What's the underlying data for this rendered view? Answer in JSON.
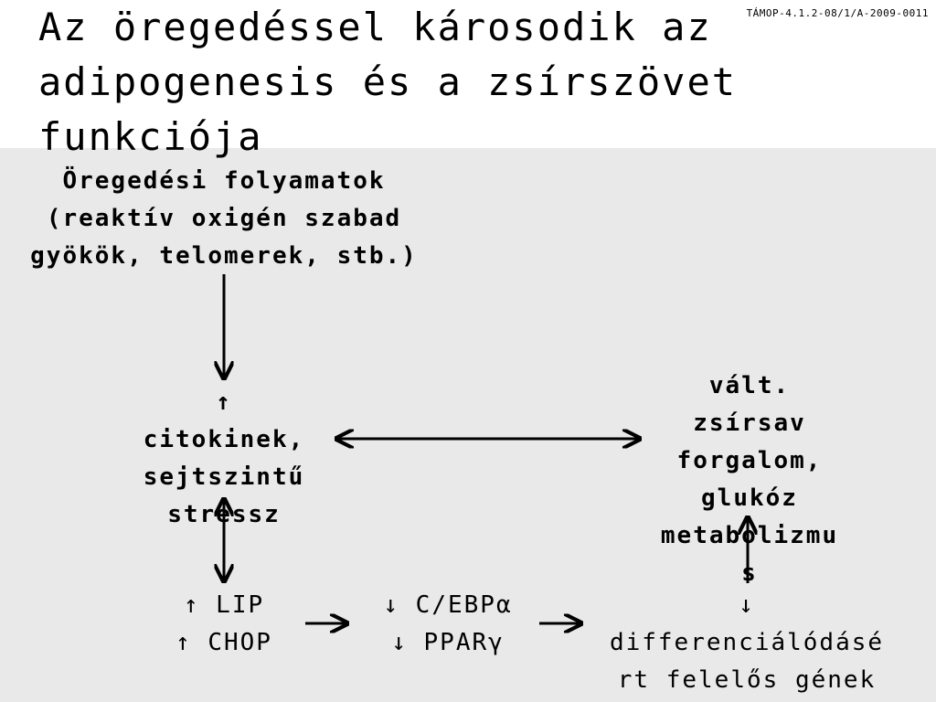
{
  "slide_id": "TÁMOP-4.1.2-08/1/A-2009-0011",
  "title_lines": [
    "Az öregedéssel károsodik az",
    "adipogenesis és a zsírszövet",
    "funkciója"
  ],
  "nodes": {
    "aging": {
      "lines": [
        "Öregedési folyamatok",
        "(reaktív oxigén szabad",
        "gyökök, telomerek, stb.)"
      ]
    },
    "cytokines": {
      "lines": [
        "↑",
        "citokinek,",
        "sejtszintű",
        "stressz"
      ]
    },
    "fatty": {
      "lines": [
        "vált.",
        "zsírsav",
        "forgalom,",
        "glukóz",
        "metabolizmu",
        "s"
      ]
    },
    "lip_chop": {
      "lines": [
        "↑ LIP",
        "↑ CHOP"
      ]
    },
    "cebp": {
      "lines": [
        "↓ C/EBPα",
        "↓ PPARγ"
      ]
    },
    "diff": {
      "lines": [
        "↓",
        "differenciálódásé",
        "rt felelős gének"
      ]
    }
  }
}
